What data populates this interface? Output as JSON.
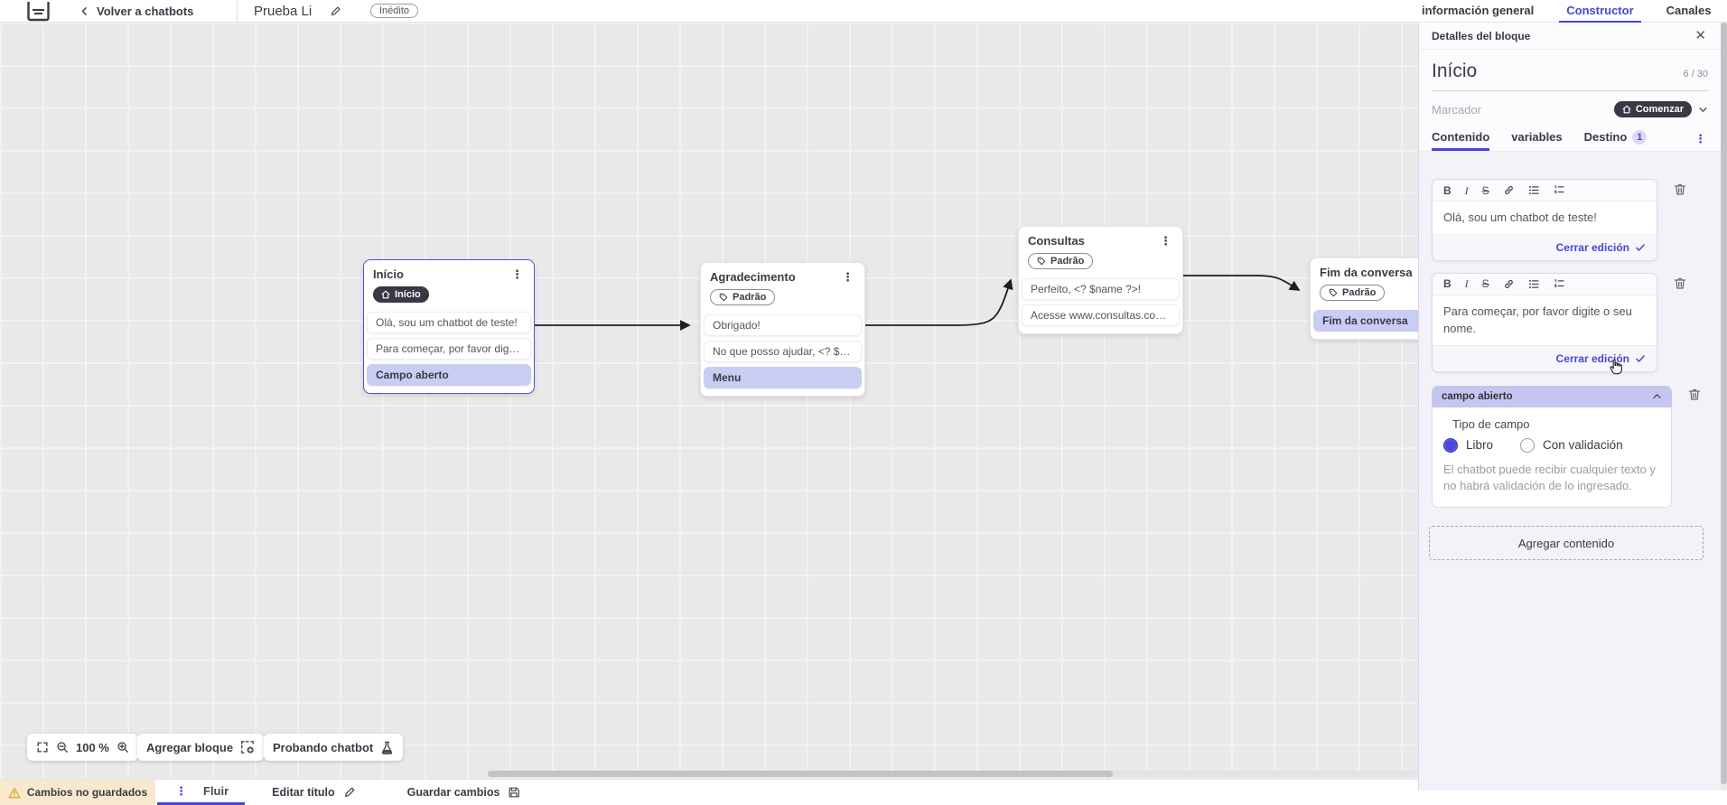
{
  "colors": {
    "accent": "#4845d2",
    "text_dark": "#3b3a45",
    "pill_dark_bg": "#3a3845",
    "highlight_row_bg": "#c9cdf2",
    "section_header_bg": "#c4c6ef",
    "panel_bg": "#f3f2f9",
    "canvas_bg": "#e9e9ea",
    "warning_bg": "#f8e9ce",
    "edge_color": "#1f1f1f"
  },
  "header": {
    "back_label": "Volver a chatbots",
    "bot_title": "Prueba Li",
    "status_badge": "Inédito",
    "tabs": [
      {
        "label": "información general"
      },
      {
        "label": "Constructor"
      },
      {
        "label": "Canales"
      }
    ]
  },
  "canvas": {
    "blocks": [
      {
        "title": "Início",
        "badge": {
          "label": "Início",
          "icon": "home"
        },
        "rows": [
          {
            "text": "Olá, sou um chatbot de teste!"
          },
          {
            "text": "Para começar, por favor digite o ..."
          },
          {
            "text": "Campo aberto",
            "highlight": true
          }
        ]
      },
      {
        "title": "Agradecimento",
        "badge": {
          "label": "Padrão",
          "icon": "tag"
        },
        "rows": [
          {
            "text": "Obrigado!"
          },
          {
            "text": "No que posso ajudar, <? $name ..."
          },
          {
            "text": "Menu",
            "highlight": true
          }
        ]
      },
      {
        "title": "Consultas",
        "badge": {
          "label": "Padrão",
          "icon": "tag"
        },
        "rows": [
          {
            "text": "Perfeito, <? $name ?>!"
          },
          {
            "text": "Acesse www.consultas.com par..."
          }
        ]
      },
      {
        "title": "Fim da conversa",
        "badge": {
          "label": "Padrão",
          "icon": "tag"
        },
        "rows": [
          {
            "text": "Fim da conversa",
            "highlight": true
          }
        ]
      }
    ],
    "toolbar": {
      "zoom_level": "100 %",
      "add_block_label": "Agregar bloque",
      "test_chatbot_label": "Probando chatbot"
    }
  },
  "panel": {
    "title": "Detalles del bloque",
    "block_name": "Início",
    "name_counter": "6 / 30",
    "marker_placeholder": "Marcador",
    "marker_button_label": "Comenzar",
    "tabs": [
      {
        "label": "Contenido"
      },
      {
        "label": "variables"
      },
      {
        "label": "Destino",
        "badge": "1"
      }
    ],
    "editors": [
      {
        "text": "Olá, sou um chatbot de teste!",
        "close_label": "Cerrar edición"
      },
      {
        "text": "Para começar, por favor digite o seu nome.",
        "close_label": "Cerrar edición"
      }
    ],
    "open_field": {
      "header_label": "campo abierto",
      "type_label": "Tipo de campo",
      "options": [
        {
          "label": "Libro",
          "selected": true
        },
        {
          "label": "Con validación",
          "selected": false
        }
      ],
      "description": "El chatbot puede recibir cualquier texto y no habrá validación de lo ingresado."
    },
    "add_content_label": "Agregar contenido"
  },
  "footer": {
    "unsaved_label": "Cambios no guardados",
    "flow_tab_label": "Fluir",
    "edit_title_label": "Editar título",
    "save_label": "Guardar cambios"
  }
}
